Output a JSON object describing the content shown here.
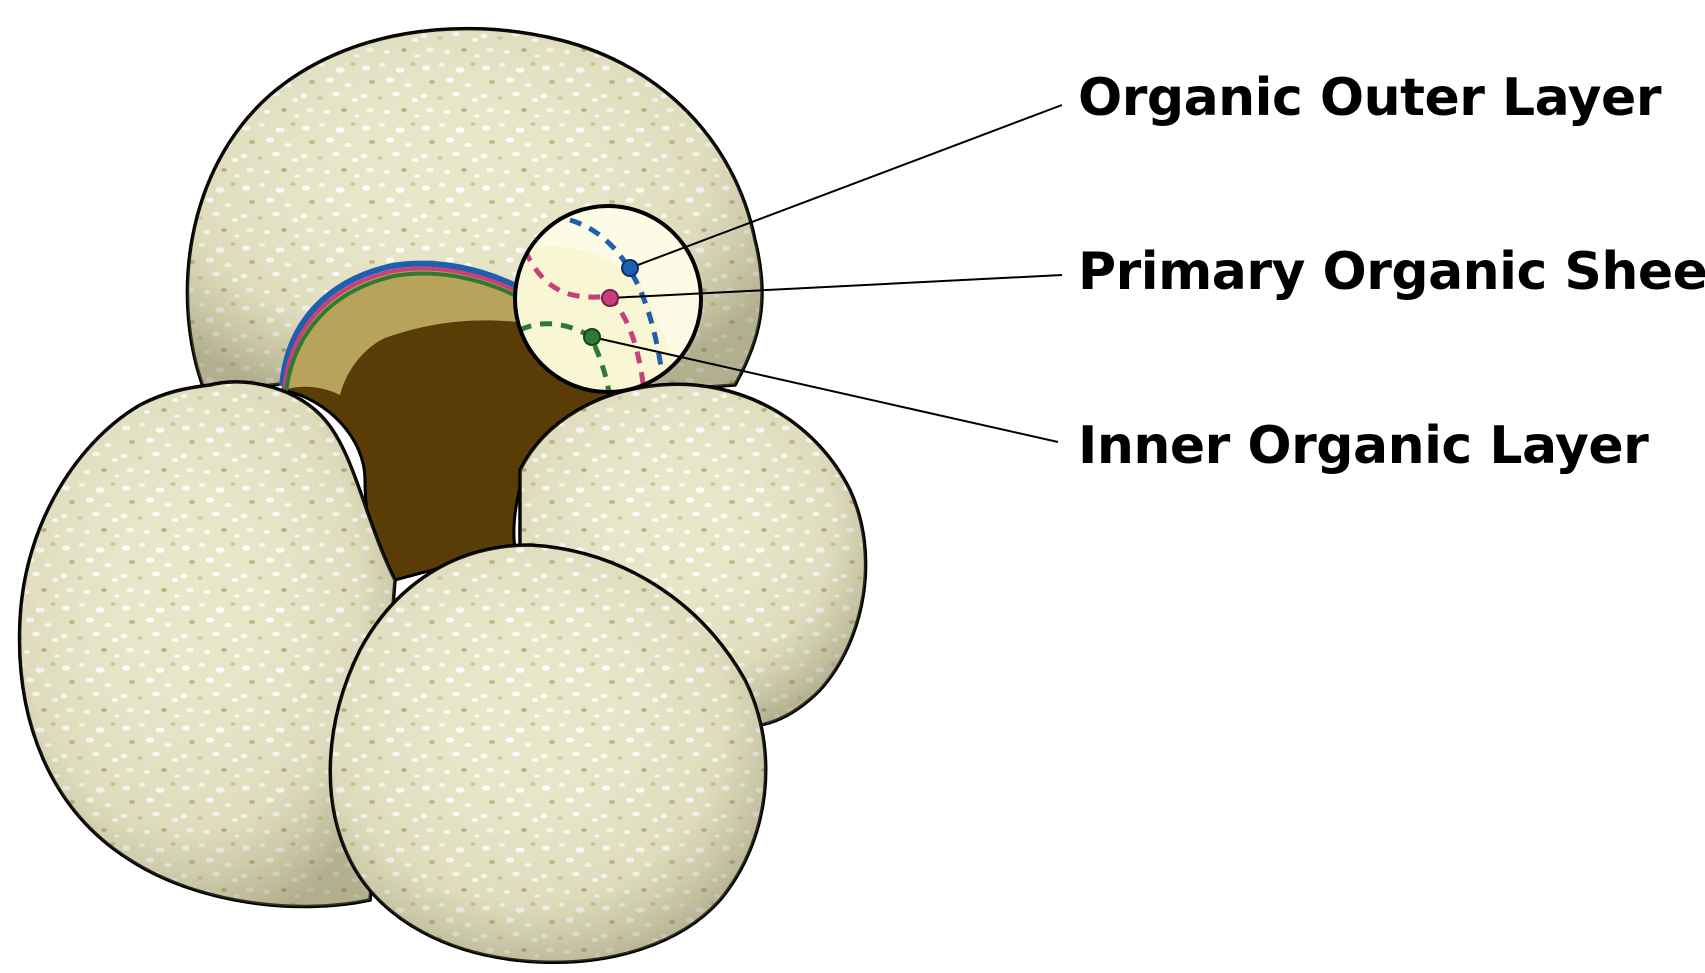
{
  "diagram": {
    "labels": {
      "outer": "Organic Outer Layer",
      "primary": "Primary Organic Sheet",
      "inner": "Inner Organic Layer"
    },
    "colors": {
      "shell_fill": "#e8e6c8",
      "shell_speckle_light": "#ffffff",
      "shell_speckle_dark": "#a8a27a",
      "aperture_dark": "#5a3c06",
      "aperture_light": "#b8a35a",
      "outline": "#000000",
      "outer_layer": "#1f5fb0",
      "primary_sheet": "#c8407a",
      "inner_layer": "#2f7a30",
      "magnifier_fill": "#fbfbe6"
    },
    "icons": {
      "specimen": "foraminifera-shell-illustration",
      "magnifier": "magnifier-circle"
    }
  }
}
